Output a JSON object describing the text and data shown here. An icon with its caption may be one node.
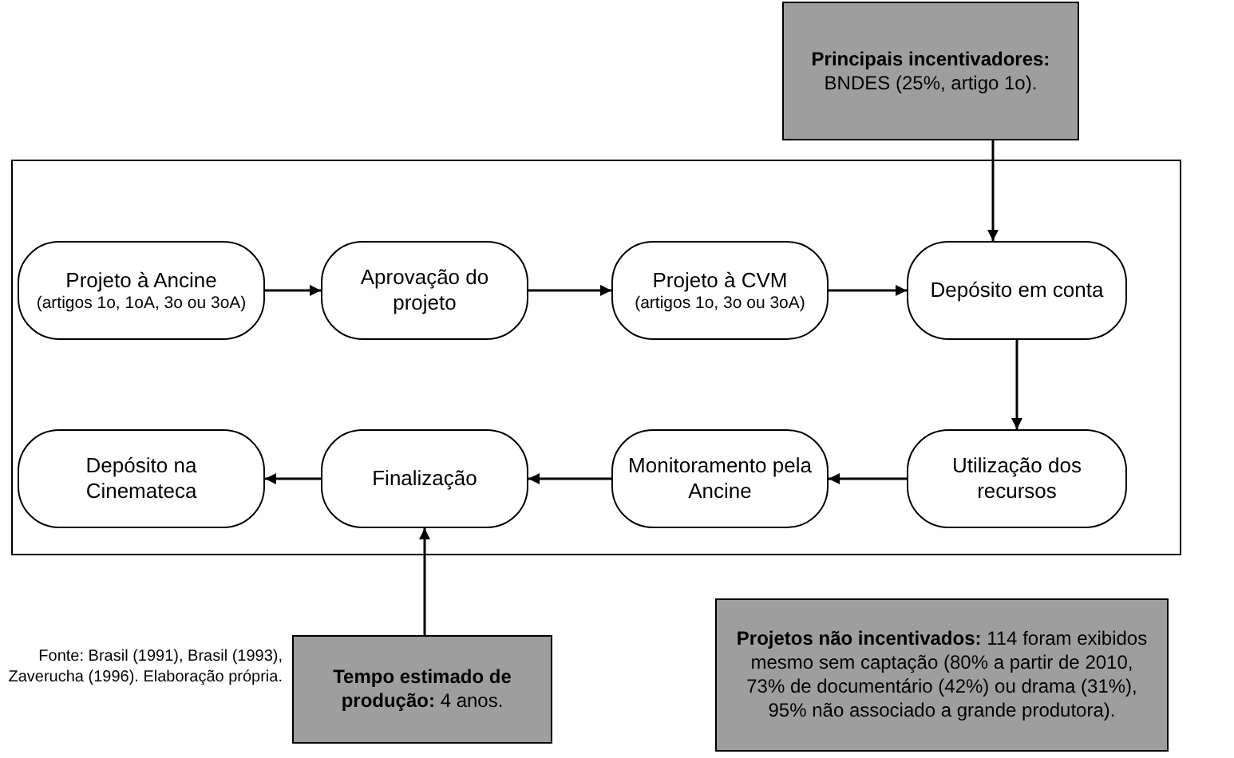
{
  "diagram": {
    "nodes": [
      {
        "text": [],
        "shape": "box"
      },
      {
        "text": [
          "Projeto à Ancine",
          "(artigos 1o, 1oA, 3o ou 3oA)"
        ],
        "in": 0
      },
      {
        "text": [
          "Aprovação do projeto"
        ],
        "in": 0
      },
      {
        "text": [
          "Projeto à CVM",
          "(artigos 1o, 3o ou 3oA)"
        ],
        "in": 0
      },
      {
        "text": [
          "Depósito em conta"
        ],
        "in": 0
      },
      {
        "text": [
          "Utilização dos recursos"
        ],
        "in": 0
      },
      {
        "text": [
          "Monitoramento pela Ancine"
        ],
        "in": 0
      },
      {
        "text": [
          "Finalização"
        ],
        "in": 0
      },
      {
        "text": [
          "Depósito na Cinemateca"
        ],
        "in": 0
      },
      {
        "text": [
          "**Principais incentivadores:** BNDES (25%, artigo 1o)."
        ]
      },
      {
        "text": [
          "**Tempo estimado de produção:** 4 anos."
        ]
      },
      {
        "text": [
          "**Projetos não incentivados:** 114 foram exibidos mesmo sem captação (80% a partir de 2010, 73% de documentário (42%) ou drama (31%), 95% não associado a grande produtora)."
        ]
      }
    ],
    "edges": [
      {
        "from": 1,
        "to": 2,
        "arrow": "to"
      },
      {
        "from": 2,
        "to": 3,
        "arrow": "to"
      },
      {
        "from": 3,
        "to": 4,
        "arrow": "to"
      },
      {
        "from": 4,
        "to": 5,
        "arrow": "to"
      },
      {
        "from": 5,
        "to": 6,
        "arrow": "to"
      },
      {
        "from": 6,
        "to": 7,
        "arrow": "to"
      },
      {
        "from": 7,
        "to": 8,
        "arrow": "to"
      },
      {
        "from": 9,
        "to": 4,
        "arrow": "to"
      },
      {
        "from": 10,
        "to": 7,
        "arrow": "to"
      }
    ],
    "labels": [
      "Fonte: Brasil (1991), Brasil (1993), Zaverucha (1996). Elaboração própria."
    ]
  }
}
